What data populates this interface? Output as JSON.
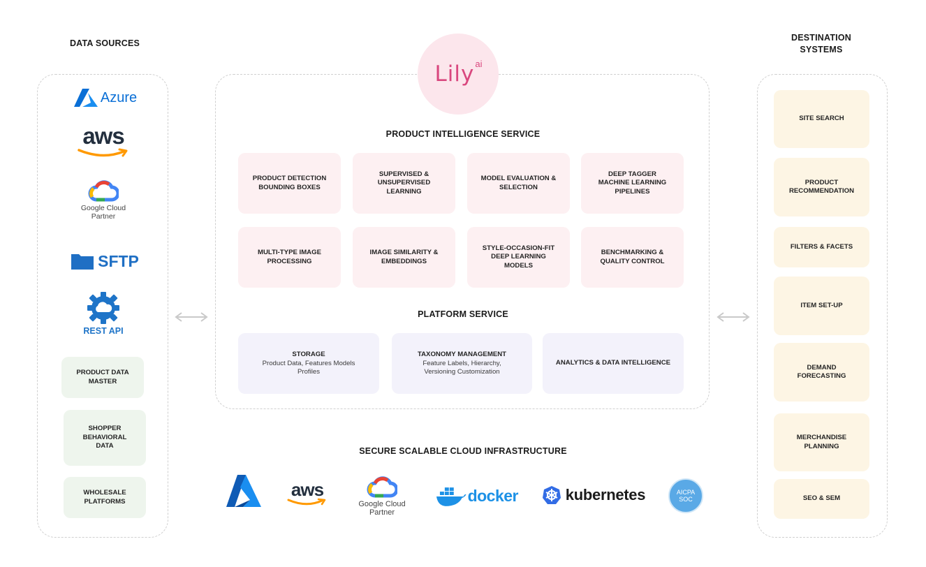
{
  "headings": {
    "data_sources": "DATA SOURCES",
    "destination_systems": "DESTINATION\nSYSTEMS",
    "product_intelligence": "PRODUCT INTELLIGENCE SERVICE",
    "platform_service": "PLATFORM SERVICE",
    "cloud_infra": "SECURE SCALABLE CLOUD INFRASTRUCTURE"
  },
  "brand": {
    "name": "Lily",
    "sup": "ai",
    "color": "#d9477e",
    "circle": "#fce6ec"
  },
  "sources": {
    "logos": {
      "azure": "Azure",
      "aws": "aws",
      "gcp_line1": "Google Cloud",
      "gcp_line2": "Partner",
      "sftp": "SFTP",
      "rest": "REST API"
    },
    "cards": [
      "PRODUCT DATA\nMASTER",
      "SHOPPER\nBEHAVIORAL\nDATA",
      "WHOLESALE\nPLATFORMS"
    ]
  },
  "intelligence_cards": [
    "PRODUCT DETECTION\nBOUNDING BOXES",
    "SUPERVISED &\nUNSUPERVISED\nLEARNING",
    "MODEL EVALUATION &\nSELECTION",
    "DEEP TAGGER\nMACHINE LEARNING\nPIPELINES",
    "MULTI-TYPE IMAGE\nPROCESSING",
    "IMAGE SIMILARITY &\nEMBEDDINGS",
    "STYLE-OCCASION-FIT\nDEEP LEARNING\nMODELS",
    "BENCHMARKING &\nQUALITY CONTROL"
  ],
  "platform_cards": [
    {
      "title": "STORAGE",
      "sub": "Product Data, Features Models\nProfiles"
    },
    {
      "title": "TAXONOMY MANAGEMENT",
      "sub": "Feature Labels, Hierarchy,\nVersioning Customization"
    },
    {
      "title": "ANALYTICS & DATA INTELLIGENCE",
      "sub": ""
    }
  ],
  "destinations": [
    "SITE SEARCH",
    "PRODUCT\nRECOMMENDATION",
    "FILTERS & FACETS",
    "ITEM SET-UP",
    "DEMAND FORECASTING",
    "MERCHANDISE\nPLANNING",
    "SEO & SEM"
  ],
  "infra_logos": {
    "aws": "aws",
    "gcp_line1": "Google Cloud",
    "gcp_line2": "Partner",
    "docker": "docker",
    "kubernetes": "kubernetes",
    "aicpa_line1": "AICPA",
    "aicpa_line2": "SOC"
  },
  "colors": {
    "azure_blue": "#0a6fd6",
    "aws_orange": "#ff9900",
    "sftp_blue": "#1f6fc4",
    "rest_blue": "#1e74c8",
    "docker_blue": "#1d91e6",
    "k8s_blue": "#326ce5",
    "pink_card": "#fdf0f2",
    "lavender_card": "#f3f2fb",
    "green_card": "#eef5ed",
    "cream_card": "#fdf5e4"
  }
}
